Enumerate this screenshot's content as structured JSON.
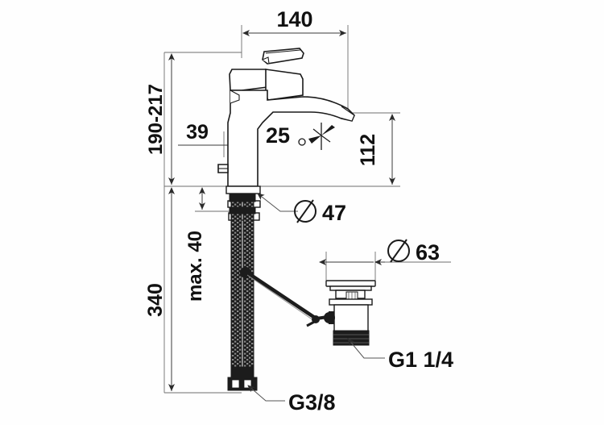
{
  "drawing": {
    "title": "Single-lever basin mixer with pop-up waste - dimensioned drawing",
    "background_color": "#fefefe",
    "line_color": "#1a1a1a",
    "dimension_color": "#3b3b3b",
    "text_color": "#111111"
  },
  "dimensions": {
    "spout_reach": {
      "label": "140",
      "orientation": "horizontal",
      "position": "top"
    },
    "height_range": {
      "label": "190-217",
      "orientation": "vertical",
      "position": "left-upper"
    },
    "body_width": {
      "label": "39",
      "orientation": "horizontal",
      "position": "left-middle"
    },
    "spout_height": {
      "label": "112",
      "orientation": "vertical",
      "position": "right"
    },
    "base_diameter": {
      "label": "47",
      "prefix": "diameter-symbol",
      "orientation": "leader",
      "position": "center"
    },
    "waste_flange_diameter": {
      "label": "63",
      "prefix": "diameter-symbol",
      "orientation": "horizontal",
      "position": "right-lower"
    },
    "total_length": {
      "label": "340",
      "orientation": "vertical",
      "position": "left-lower"
    },
    "max_deck_thickness": {
      "label": "max. 40",
      "orientation": "vertical",
      "position": "left-inner"
    },
    "waste_thread": {
      "label": "G1 1/4",
      "orientation": "leader",
      "position": "bottom-right"
    },
    "supply_thread": {
      "label": "G3/8",
      "orientation": "leader",
      "position": "bottom-center"
    },
    "spout_angle": {
      "label": "25",
      "suffix": "degree-symbol",
      "orientation": "angle",
      "position": "center"
    }
  },
  "symbols": {
    "diameter": "Ø",
    "degree": "°"
  },
  "parts": [
    {
      "name": "lever-handle",
      "description": "single lever handle"
    },
    {
      "name": "mixer-body",
      "description": "faucet body with spout"
    },
    {
      "name": "spout-outlet",
      "description": "aerator outlet"
    },
    {
      "name": "base-ring",
      "description": "mounting base ring"
    },
    {
      "name": "threaded-shank",
      "description": "threaded mounting shank"
    },
    {
      "name": "flexible-hose",
      "description": "braided supply hose"
    },
    {
      "name": "pop-up-rod",
      "description": "pop-up waste lift rod"
    },
    {
      "name": "waste-body",
      "description": "pop-up waste body"
    },
    {
      "name": "waste-flange",
      "description": "waste flange / stopper"
    }
  ]
}
